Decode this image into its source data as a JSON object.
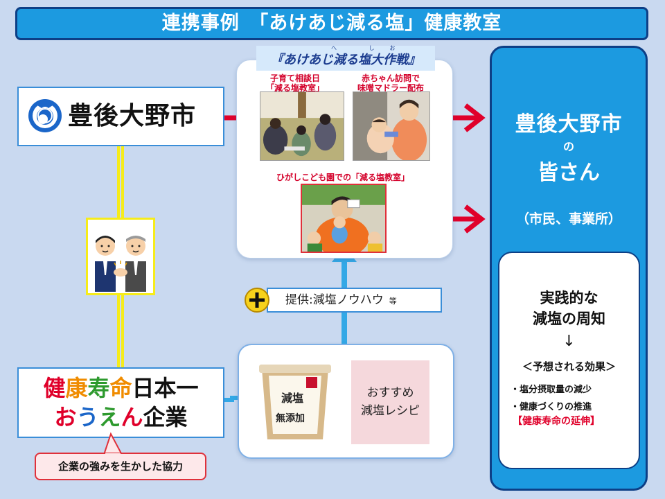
{
  "title": "連携事例　「あけあじ減る塩」健康教室",
  "city": {
    "name": "豊後大野市"
  },
  "company": {
    "line1": [
      {
        "text": "健",
        "color": "#e0002a"
      },
      {
        "text": "康",
        "color": "#f08c00"
      },
      {
        "text": "寿",
        "color": "#2e9a2e"
      },
      {
        "text": "命",
        "color": "#f08c00"
      },
      {
        "text": "日本一",
        "color": "#111111"
      }
    ],
    "line2": [
      {
        "text": "お",
        "color": "#e0002a"
      },
      {
        "text": "う",
        "color": "#1b66c9"
      },
      {
        "text": "え",
        "color": "#2e9a2e"
      },
      {
        "text": "ん",
        "color": "#e0002a"
      },
      {
        "text": "企業",
        "color": "#111111"
      }
    ],
    "callout": "企業の強みを生かした協力"
  },
  "campaign": {
    "title": "『あけあじ減る塩大作戦』",
    "ruby": "へ しお",
    "photo1_caption_line1": "子育て相談日",
    "photo1_caption_line2": "「減る塩教室」",
    "photo2_caption_line1": "赤ちゃん訪問で",
    "photo2_caption_line2": "味噌マドラー配布",
    "photo3_caption": "ひがしこども園での「減る塩教室」"
  },
  "provide": {
    "text": "提供:減塩ノウハウ",
    "etc": "等"
  },
  "product": {
    "recipe_line1": "おすすめ",
    "recipe_line2": "減塩レシピ",
    "miso_label_1": "減塩",
    "miso_label_2": "無添加"
  },
  "citizens": {
    "line1": "豊後大野市",
    "line2": "の",
    "line3": "皆さん",
    "note": "（市民、事業所）"
  },
  "effects": {
    "heading_line1": "実践的な",
    "heading_line2": "減塩の周知",
    "arrow": "↓",
    "sub": "＜予想される効果＞",
    "item1": "・塩分摂取量の減少",
    "item2": "・健康づくりの推進",
    "highlight": "【健康寿命の延伸】"
  },
  "colors": {
    "accent_blue": "#1c9ae0",
    "dark_blue": "#0d3f86",
    "arrow_red": "#e0002a",
    "arrow_blue": "#33a8e6",
    "link_yellow": "#f6ec1a"
  }
}
